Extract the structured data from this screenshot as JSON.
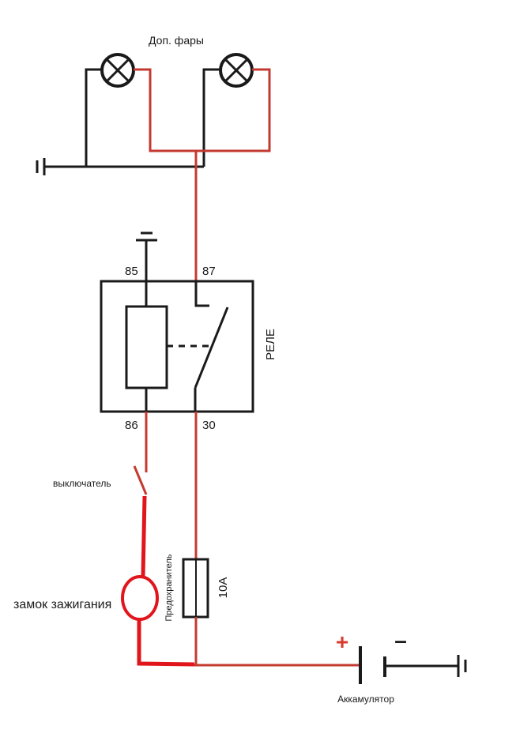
{
  "colors": {
    "wire_black": "#1a1a1a",
    "wire_red": "#c43a30",
    "wire_bright_red": "#e0161c",
    "plus_sign": "#d83a2e",
    "background": "#ffffff"
  },
  "labels": {
    "lamps_title": "Доп. фары",
    "pin_85": "85",
    "pin_87": "87",
    "pin_86": "86",
    "pin_30": "30",
    "relay": "РЕЛЕ",
    "switch": "выключатель",
    "ignition": "замок зажигания",
    "fuse": "Предохранитель",
    "fuse_rating": "10А",
    "battery": "Аккамулятор",
    "plus": "+",
    "minus": "–"
  },
  "icons": {
    "lamp": "lamp-x-icon",
    "ground": "ground-icon",
    "switch": "switch-icon",
    "fuse": "fuse-icon",
    "battery": "battery-icon"
  }
}
